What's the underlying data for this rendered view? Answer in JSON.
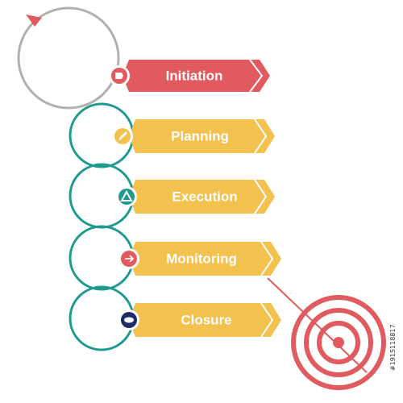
{
  "steps": [
    {
      "label": "Initiation",
      "banner_color": "#e05a5f",
      "badge_color": "#e05a5f",
      "badge_icon": "flag-icon"
    },
    {
      "label": "Planning",
      "banner_color": "#f2c14e",
      "badge_color": "#f2c14e",
      "badge_icon": "pencil-icon"
    },
    {
      "label": "Execution",
      "banner_color": "#f2c14e",
      "badge_color": "#1e9a8f",
      "badge_icon": "triangle-icon"
    },
    {
      "label": "Monitoring",
      "banner_color": "#f2c14e",
      "badge_color": "#e05a5f",
      "badge_icon": "link-icon"
    },
    {
      "label": "Closure",
      "banner_color": "#f2c14e",
      "badge_color": "#1f2a6b",
      "badge_icon": "handshake-icon"
    }
  ],
  "colors": {
    "first_ring": "#b0b0b0",
    "chain_ring": "#1e9a8f",
    "target": "#e05a5f",
    "arrow": "#e05a5f"
  },
  "stock_id": "#1915118817",
  "target_icon": "target-icon"
}
